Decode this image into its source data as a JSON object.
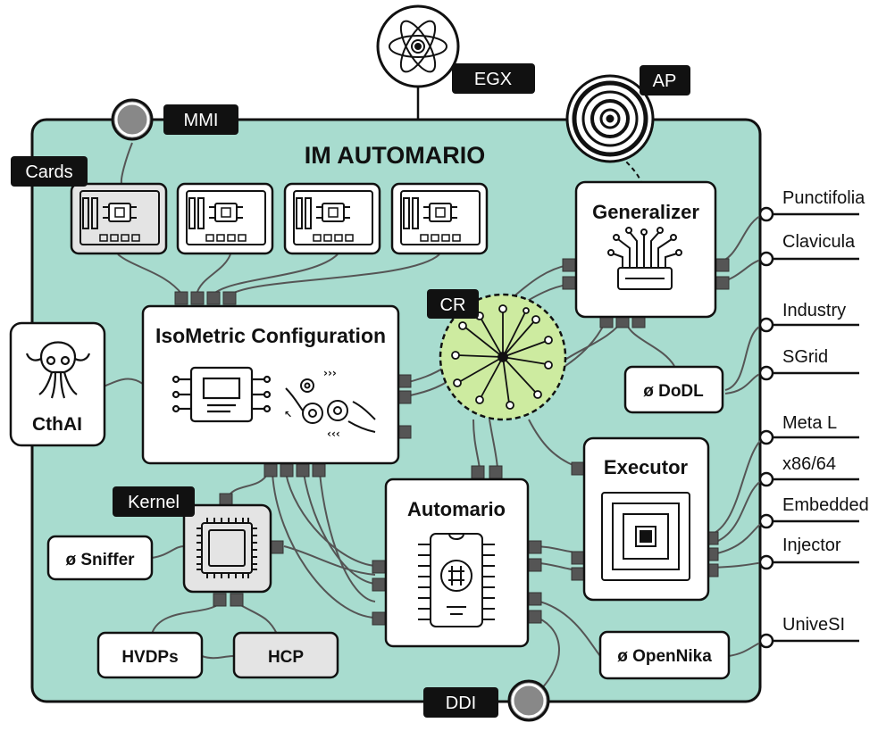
{
  "title": "IM AUTOMARIO",
  "tags": {
    "egx": "EGX",
    "ap": "AP",
    "mmi": "MMI",
    "cards": "Cards",
    "cr": "CR",
    "kernel": "Kernel",
    "ddi": "DDI"
  },
  "boxes": {
    "generalizer": "Generalizer",
    "isometric": "IsoMetric Configuration",
    "cthai": "CthAI",
    "executor": "Executor",
    "automario": "Automario",
    "dodl": "ø DoDL",
    "sniffer": "ø Sniffer",
    "hvdps": "HVDPs",
    "hcp": "HCP",
    "opennika": "ø OpenNika"
  },
  "outputs": [
    "Punctifolia",
    "Clavicula",
    "Industry",
    "SGrid",
    "Meta L",
    "x86/64",
    "Embedded",
    "Injector",
    "UniveSI"
  ],
  "colors": {
    "board": "#a8dccf",
    "ink": "#111111",
    "connector": "#555555",
    "cr_fill": "#cdeba0",
    "gray_fill": "#e4e4e4"
  }
}
